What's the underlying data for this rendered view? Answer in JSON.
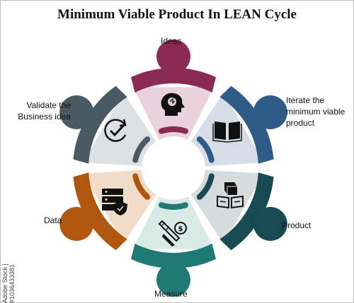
{
  "title": "Minimum Viable Product In LEAN Cycle",
  "segments": [
    {
      "key": "ideas",
      "label": "Ideas",
      "color": "#8b2a55",
      "fill": "#ead2dc",
      "icon": "brain-bulb-icon"
    },
    {
      "key": "iterate",
      "label": "Iterate the minimum viable product",
      "color": "#2e5b88",
      "fill": "#d6dde6",
      "icon": "book-icon"
    },
    {
      "key": "product",
      "label": "Product",
      "color": "#174a52",
      "fill": "#d6dcde",
      "icon": "box-manual-icon"
    },
    {
      "key": "measure",
      "label": "Measure",
      "color": "#1f7a76",
      "fill": "#d8e9e6",
      "icon": "measure-tools-icon"
    },
    {
      "key": "data",
      "label": "Data",
      "color": "#b0560e",
      "fill": "#f1dcc8",
      "icon": "database-shield-icon"
    },
    {
      "key": "validate",
      "label": "Validate the Business idea",
      "color": "#4a5a64",
      "fill": "#dde1e4",
      "icon": "check-cycle-icon"
    }
  ],
  "stock_id": "Adobe Stock | #1036433381"
}
